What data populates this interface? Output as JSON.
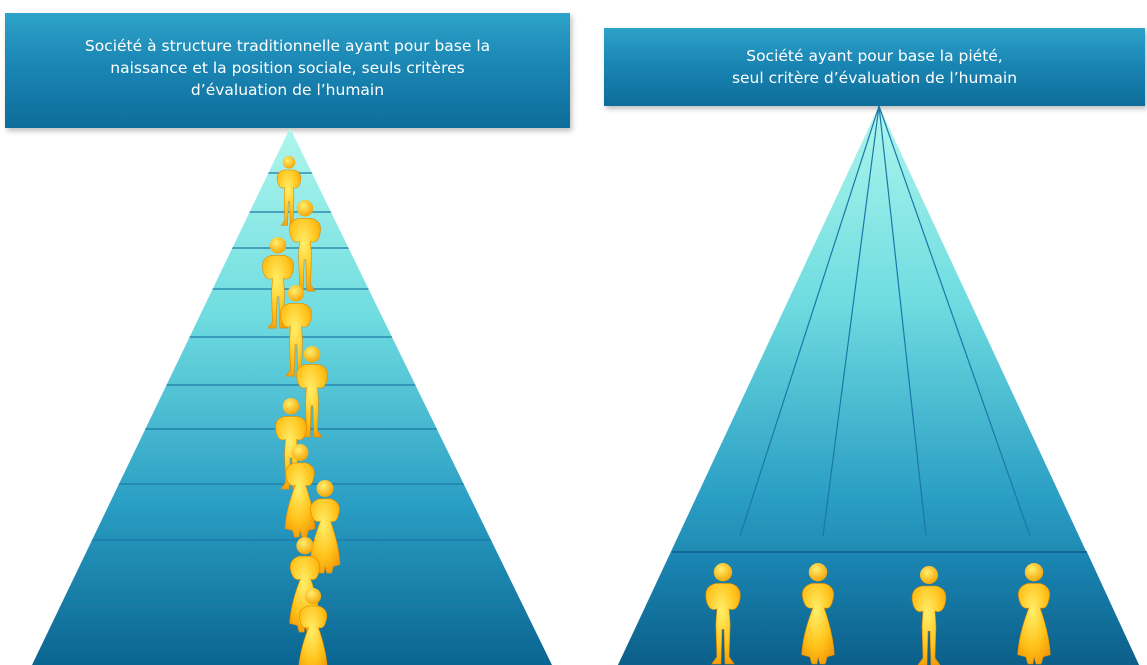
{
  "left_panel": {
    "caption_lines": [
      "Société à structure traditionnelle ayant pour base la",
      "naissance et la position sociale, seuls critères",
      "d’évaluation de l’humain"
    ]
  },
  "right_panel": {
    "caption_lines": [
      "Société ayant pour base la piété,",
      "seul critère d’évaluation de l’humain"
    ]
  },
  "colors": {
    "banner": "#1a86b4",
    "pyramid_top": "#a8f4ea",
    "pyramid_bottom": "#0a6591",
    "figure": "#ffb20a"
  }
}
